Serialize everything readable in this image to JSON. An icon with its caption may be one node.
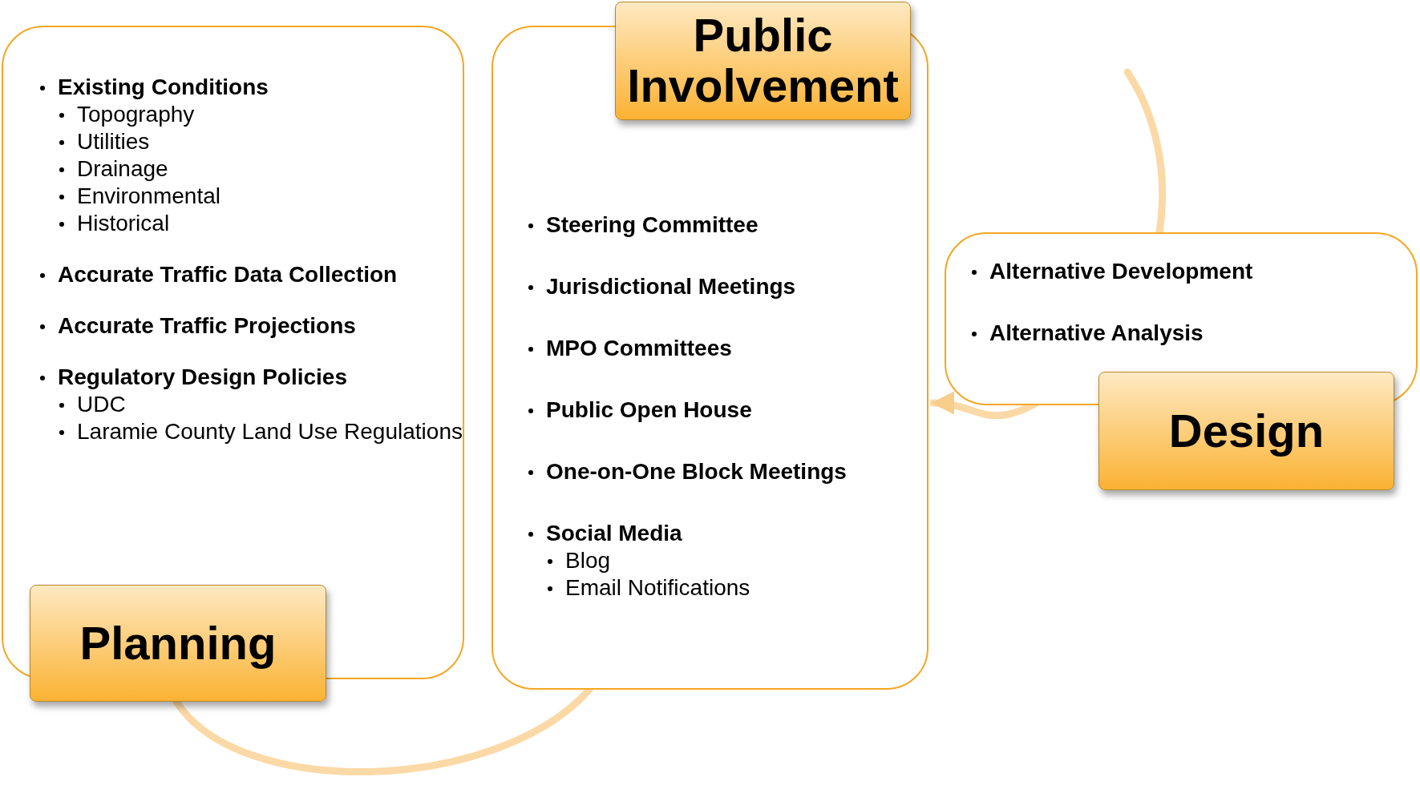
{
  "diagram": {
    "nodes": [
      {
        "text": [
          "Existing Conditions",
          "Topography",
          "Utilities",
          "Drainage",
          "Environmental",
          "Historical",
          "Accurate Traffic Data Collection",
          "Accurate Traffic Projections",
          "Regulatory Design Policies",
          "UDC",
          "Laramie County Land Use Regulations"
        ]
      },
      {
        "text": [
          "Planning"
        ]
      },
      {
        "text": [
          "Steering Committee",
          "Jurisdictional Meetings",
          "MPO Committees",
          "Public Open House",
          "One-on-One Block Meetings",
          "Social Media",
          "Blog",
          "Email Notifications"
        ]
      },
      {
        "text": [
          "Public Involvement"
        ]
      },
      {
        "text": [
          "Alternative Development",
          "Alternative Analysis"
        ]
      },
      {
        "text": [
          "Design"
        ]
      }
    ],
    "edges": [
      {
        "from": 1,
        "to": 2,
        "arrow": "none"
      },
      {
        "from": null,
        "to": 2,
        "arrow": "to"
      }
    ]
  }
}
